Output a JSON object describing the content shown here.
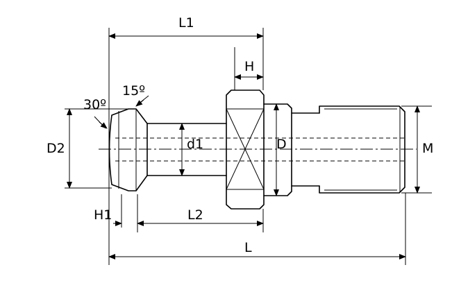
{
  "labels": {
    "L1": "L1",
    "H": "H",
    "angle_15": "15º",
    "angle_30": "30º",
    "D2": "D2",
    "d1": "d1",
    "D": "D",
    "M": "M",
    "H1": "H1",
    "L2": "L2",
    "L": "L"
  }
}
